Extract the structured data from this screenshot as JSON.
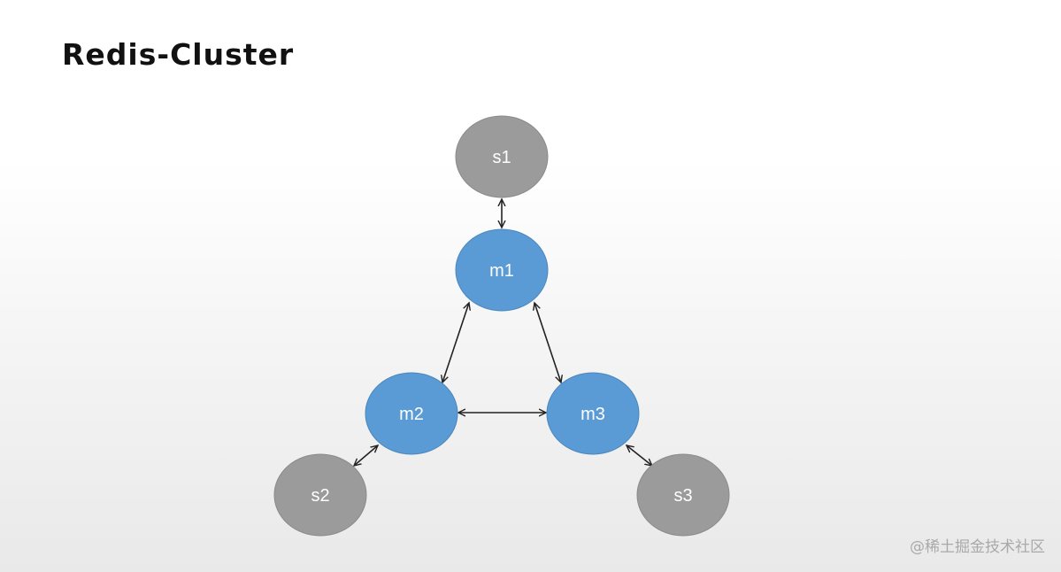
{
  "title": "Redis-Cluster",
  "colors": {
    "master_fill": "#5b9bd5",
    "master_stroke": "#4a86bd",
    "slave_fill": "#9b9b9b",
    "slave_stroke": "#8a8a8a",
    "edge": "#222222"
  },
  "nodes": {
    "s1": "s1",
    "m1": "m1",
    "m2": "m2",
    "m3": "m3",
    "s2": "s2",
    "s3": "s3"
  },
  "watermark": "@稀土掘金技术社区"
}
